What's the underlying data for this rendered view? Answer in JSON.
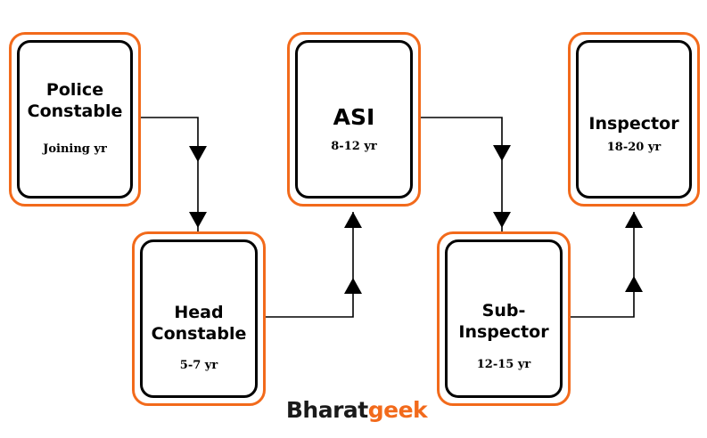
{
  "nodes": [
    {
      "id": "police-constable",
      "title_lines": [
        "Police",
        "Constable"
      ],
      "subtitle": "Joining yr"
    },
    {
      "id": "head-constable",
      "title_lines": [
        "Head",
        "Constable"
      ],
      "subtitle": "5-7 yr"
    },
    {
      "id": "asi",
      "title_lines": [
        "ASI"
      ],
      "subtitle": "8-12 yr"
    },
    {
      "id": "sub-inspector",
      "title_lines": [
        "Sub-",
        "Inspector"
      ],
      "subtitle": "12-15 yr"
    },
    {
      "id": "inspector",
      "title_lines": [
        "Inspector"
      ],
      "subtitle": "18-20 yr"
    }
  ],
  "edges": [
    {
      "from": "police-constable",
      "to": "head-constable"
    },
    {
      "from": "head-constable",
      "to": "asi"
    },
    {
      "from": "asi",
      "to": "sub-inspector"
    },
    {
      "from": "sub-inspector",
      "to": "inspector"
    }
  ],
  "logo": {
    "part1": "Bharat",
    "part2": "geek"
  },
  "colors": {
    "box_border_outer": "#f26a1b",
    "box_border_inner": "#000000",
    "logo_accent": "#f26a1b"
  }
}
